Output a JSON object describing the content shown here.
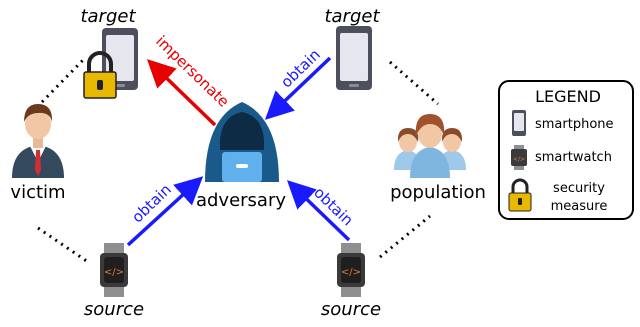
{
  "labels": {
    "target_left": "target",
    "target_right": "target",
    "source_left": "source",
    "source_right": "source",
    "victim": "victim",
    "population": "population",
    "adversary": "adversary"
  },
  "arrows": {
    "impersonate": "impersonate",
    "obtain_top": "obtain",
    "obtain_bottom_left": "obtain",
    "obtain_bottom_right": "obtain"
  },
  "legend": {
    "title": "LEGEND",
    "items": [
      {
        "icon": "smartphone-icon",
        "label": "smartphone"
      },
      {
        "icon": "smartwatch-icon",
        "label": "smartwatch"
      },
      {
        "icon": "padlock-icon",
        "label_line1": "security",
        "label_line2": "measure"
      }
    ]
  },
  "colors": {
    "red": "#e60000",
    "blue": "#1a1aff",
    "phone_body": "#4d4f5c",
    "phone_screen": "#e6e7ee",
    "lock_body": "#e8b900",
    "hood": "#1a5a8a",
    "suit": "#34495e"
  }
}
